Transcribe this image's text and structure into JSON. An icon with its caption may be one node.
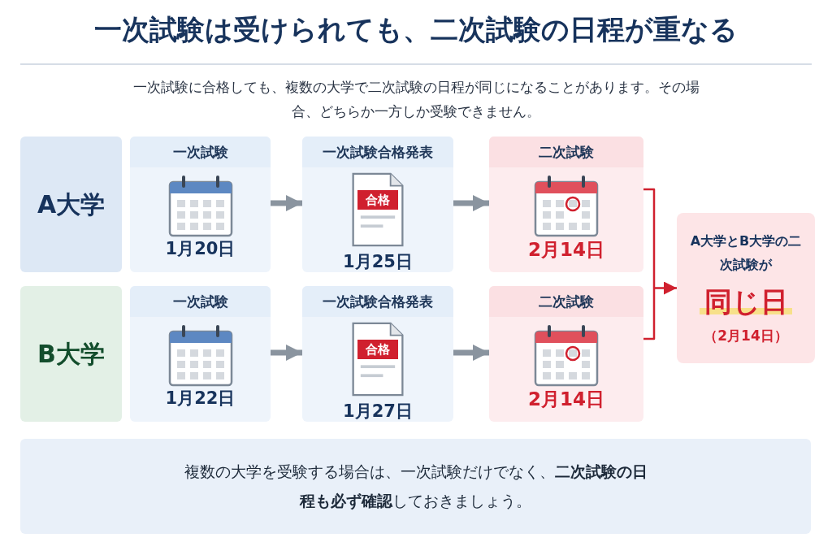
{
  "diagram": {
    "title": "一次試験は受けられても、二次試験の日程が重なる",
    "nodes": [
      {
        "text": [
          "A大学"
        ]
      },
      {
        "text": [
          "一次試験",
          "1月20日"
        ]
      },
      {
        "text": [
          "一次試験合格発表",
          "合格",
          "1月25日"
        ]
      },
      {
        "text": [
          "二次試験",
          "2月14日"
        ]
      },
      {
        "text": [
          "B大学"
        ]
      },
      {
        "text": [
          "一次試験",
          "1月22日"
        ]
      },
      {
        "text": [
          "一次試験合格発表",
          "合格",
          "1月27日"
        ]
      },
      {
        "text": [
          "二次試験",
          "2月14日"
        ]
      },
      {
        "text": [
          "A大学とB大学の二次試験が",
          "同じ日",
          "（2月14日）"
        ]
      },
      {
        "text": [
          "複数の大学を受験する場合は、一次試験だけでなく、**二次試験の日程も必ず確認**しておきましょう。"
        ]
      }
    ],
    "edges": [
      {
        "from": 1,
        "to": 2,
        "arrow": "to"
      },
      {
        "from": 2,
        "to": 3,
        "arrow": "to"
      },
      {
        "from": 5,
        "to": 6,
        "arrow": "to"
      },
      {
        "from": 6,
        "to": 7,
        "arrow": "to"
      },
      {
        "from": 3,
        "to": 8,
        "arrow": "to",
        "color": "#d0202e"
      },
      {
        "from": 7,
        "to": 8,
        "arrow": "to",
        "color": "#d0202e"
      }
    ],
    "labels": [
      "一次試験に合格しても、複数の大学で二次試験の日程が同じになることがあります。その場合、どちらか一方しか受験できません。"
    ]
  }
}
